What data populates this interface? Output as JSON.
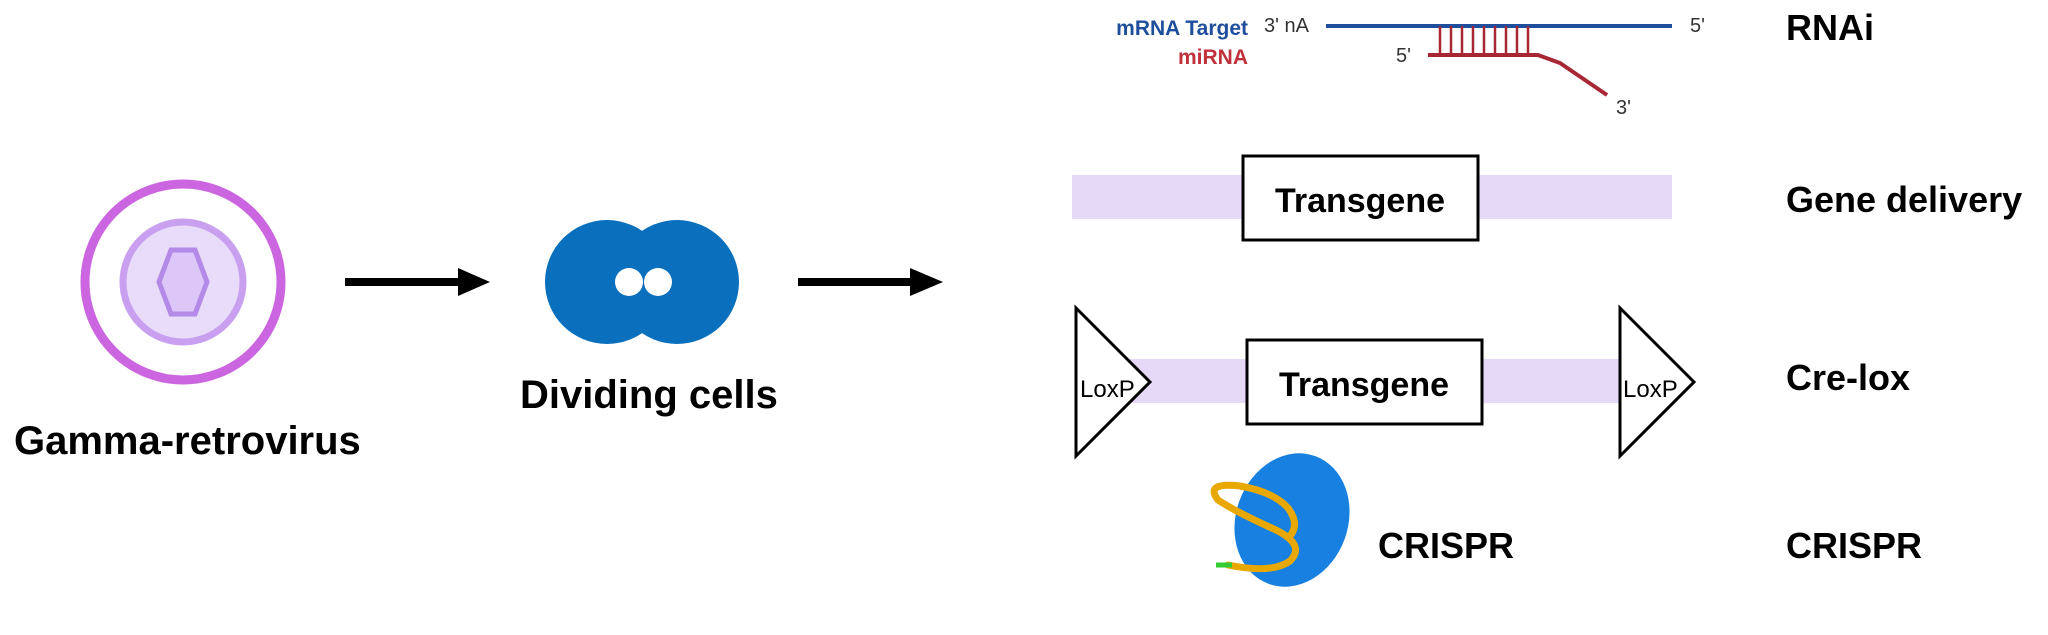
{
  "diagram": {
    "virus_label": "Gamma-retrovirus",
    "cells_label": "Dividing cells",
    "rnai": {
      "mrna_label": "mRNA Target",
      "mirna_label": "miRNA",
      "mrna_3prime": "3' nA",
      "mrna_5prime": "5'",
      "mirna_5prime": "5'",
      "mirna_3prime": "3'",
      "method_label": "RNAi"
    },
    "gene_delivery": {
      "transgene_label": "Transgene",
      "method_label": "Gene delivery"
    },
    "cre_lox": {
      "loxp_left": "LoxP",
      "loxp_right": "LoxP",
      "transgene_label": "Transgene",
      "method_label": "Cre-lox"
    },
    "crispr": {
      "protein_label": "CRISPR",
      "method_label": "CRISPR"
    }
  },
  "colors": {
    "virus_ring": "#cc66e0",
    "virus_inner": "#c9a0f0",
    "cell_blue": "#0a6fbd",
    "mrna_line": "#1f4e9c",
    "mirna_line": "#a82735",
    "insert_band": "#e6d9f7",
    "crispr_blue": "#1780e0",
    "crispr_guide": "#e8a800",
    "crispr_tail": "#33cc33"
  }
}
